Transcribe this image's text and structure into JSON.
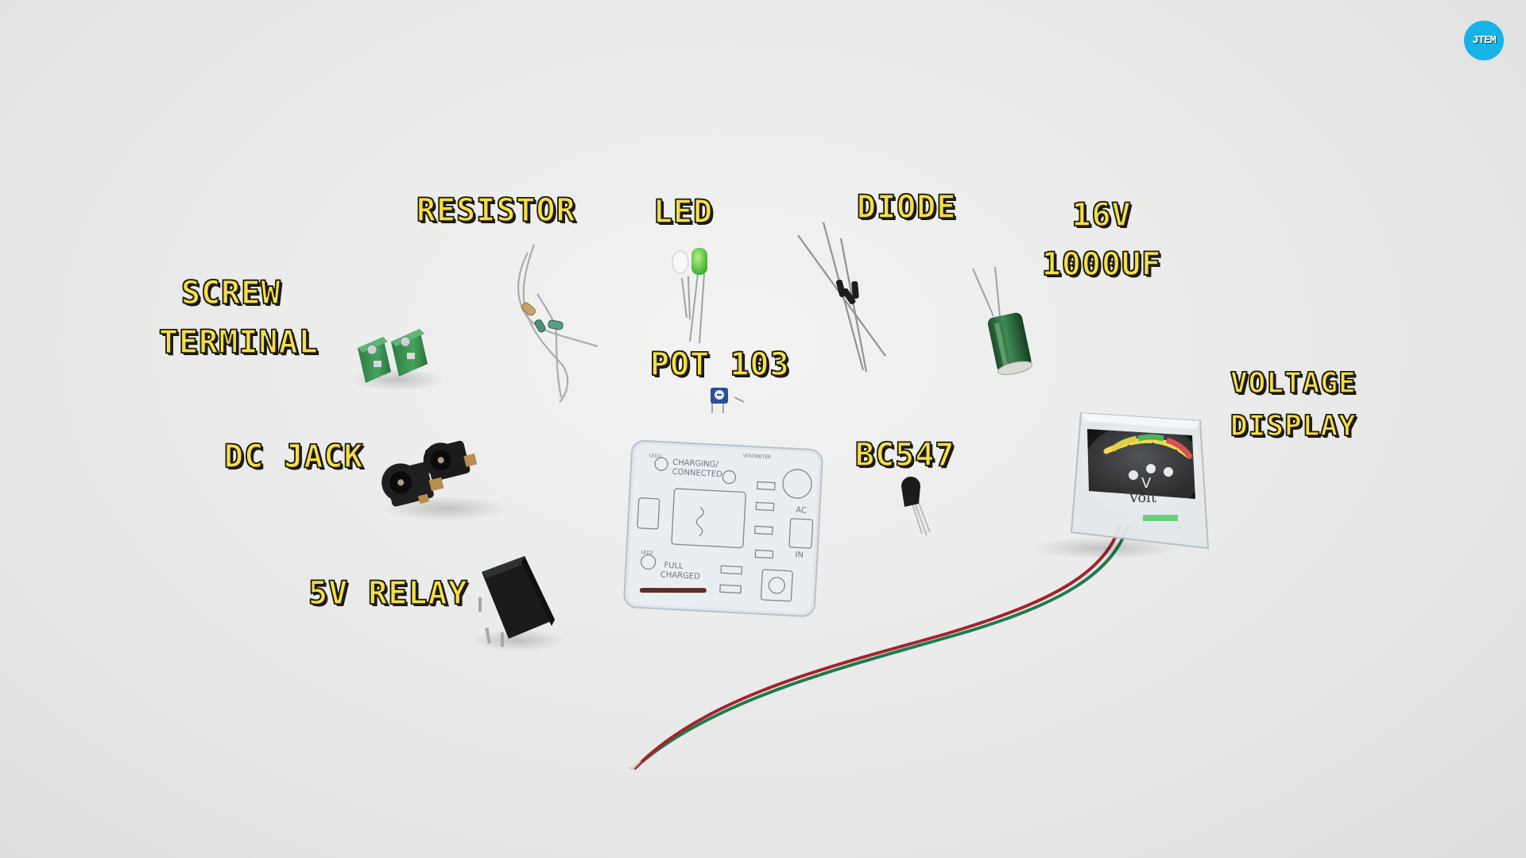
{
  "labels": {
    "resistor": "RESISTOR",
    "led": "LED",
    "diode": "DIODE",
    "capacitor_line1": "16V",
    "capacitor_line2": "1000UF",
    "screw_terminal_line1": "SCREW",
    "screw_terminal_line2": "TERMINAL",
    "pot": "POT 103",
    "dc_jack": "DC JACK",
    "bc547": "BC547",
    "voltage_display_line1": "VOLTAGE",
    "voltage_display_line2": "DISPLAY",
    "relay": "5V RELAY"
  },
  "pcb": {
    "charging_line1": "CHARGING/",
    "charging_line2": "CONNECTED",
    "full_line1": "FULL",
    "full_line2": "CHARGED",
    "ac": "AC",
    "in": "IN",
    "voltmeter": "VOLTMETER",
    "led1": "LED1",
    "led2": "LED2"
  },
  "meter": {
    "face_text": "V",
    "brand": "Volt"
  },
  "logo": {
    "text": "JTEM"
  },
  "colors": {
    "label_fill": "#f5df4a",
    "label_outline": "#1c1a10",
    "background": "#e8e9e8",
    "logo_bg": "#16b4e6"
  }
}
